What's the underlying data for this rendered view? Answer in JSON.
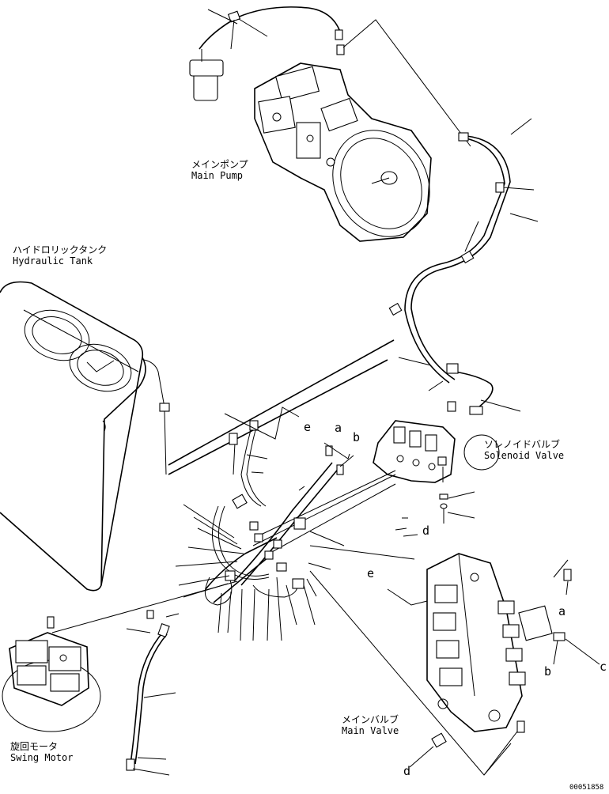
{
  "labels": {
    "main_pump_jp": "メインポンプ",
    "main_pump_en": "Main Pump",
    "hydraulic_tank_jp": "ハイドロリックタンク",
    "hydraulic_tank_en": "Hydraulic Tank",
    "solenoid_valve_jp": "ソレノイドバルブ",
    "solenoid_valve_en": "Solenoid Valve",
    "swing_motor_jp": "旋回モータ",
    "swing_motor_en": "Swing Motor",
    "main_valve_jp": "メインバルブ",
    "main_valve_en": "Main Valve"
  },
  "refs": {
    "a1": "a",
    "b1": "b",
    "e1": "e",
    "d1": "d",
    "e2": "e",
    "a2": "a",
    "b2": "b",
    "c": "c",
    "d2": "d"
  },
  "figure_number": "00051858"
}
